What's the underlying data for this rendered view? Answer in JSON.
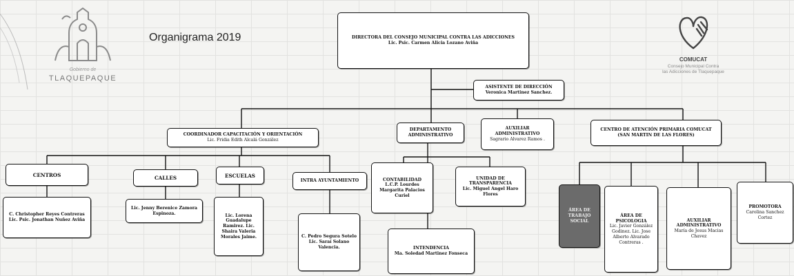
{
  "title": "Organigrama 2019",
  "logos": {
    "left": {
      "subtitle": "Gobierno de",
      "name": "TLAQUEPAQUE"
    },
    "right": {
      "name": "COMUCAT",
      "line1": "Consejo Municipal Contra",
      "line2": "las Adicciones de Tlaquepaque"
    }
  },
  "nodes": {
    "director": {
      "title": "DIRECTORA DEL CONSEJO MUNICIPAL CONTRA LAS ADICCIONES",
      "name": "Lic. Psic. Carmen Alicia Lozano Aviña"
    },
    "asistente": {
      "title": "ASISTENTE DE DIRECCIÓN",
      "name": "Veronica Martinez Sanchez."
    },
    "coordinador": {
      "title": "COORDINADOR CAPACITACIÓN Y ORIENTACIÓN",
      "name": "Lic. Fridia Edith Alcalá González"
    },
    "depto": {
      "title": "DEPARTAMENTO ADMINISTRATIVO"
    },
    "auxiliar": {
      "title": "AUXILIAR ADMINISTRATIVO",
      "name": "Sagrario Alvarez Ramos ."
    },
    "centro": {
      "title": "CENTRO DE ATENCIÓN PRIMARIA COMUCAT",
      "subtitle": "(SAN MARTIN DE LAS FLORES)"
    },
    "centros": {
      "title": "CENTROS"
    },
    "calles": {
      "title": "CALLES"
    },
    "escuelas": {
      "title": "ESCUELAS"
    },
    "intra": {
      "title": "INTRA AYUNTAMIENTO"
    },
    "centros_staff": {
      "text": "C. Christopher Reyes Contreras Lic. Psic. Jonathan Nuñez Aviña"
    },
    "calles_staff": {
      "text": "Lic. Jenny Berenice Zamora Espinoza."
    },
    "escuelas_staff": {
      "text": "Lic. Lorena Guadalupe Ramirez. Lic. Shaira Valeria Morales Jaime."
    },
    "intra_staff": {
      "text": "C. Pedro Segura Sotelo Lic. Saraí Solano Valencia."
    },
    "contabilidad": {
      "title": "CONTABILIDAD",
      "name": "L.C.P. Lourdes Margarita Palacios Curiel"
    },
    "transparencia": {
      "title": "UNIDAD DE TRANSPARENCIA",
      "name": "Lic. Miguel Angel Haro Flores"
    },
    "intendencia": {
      "title": "INTENDENCIA",
      "name": "Ma. Soledad Martinez Fonseca"
    },
    "trabajo_social": {
      "title": "ÁREA DE TRABAJO SOCIAL"
    },
    "psicologia": {
      "title": "ÁREA DE PSICOLOGIA",
      "name": "Lic. Javier González Godinez. Lic. Jose Alberto Alvarado Contreras ."
    },
    "auxiliar2": {
      "title": "AUXILIAR ADMINISTRATIVO",
      "name": "María de Jesus Macias Chavez"
    },
    "promotora": {
      "title": "PROMOTORA",
      "name": "Carolina Sanchez Cortez"
    }
  }
}
